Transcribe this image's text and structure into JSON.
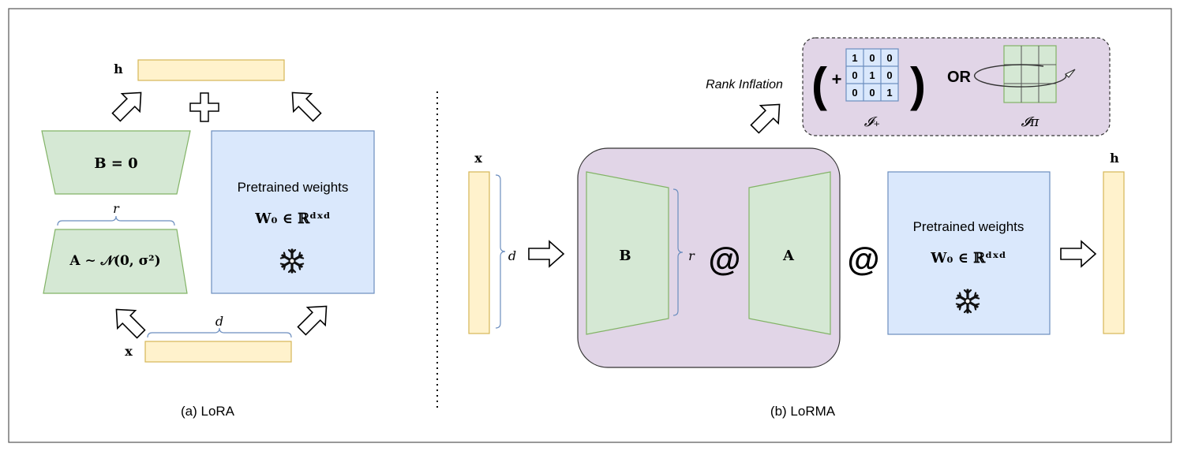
{
  "panel_a": {
    "caption": "(a) LoRA",
    "h_label": "h",
    "x_label": "x",
    "b_label": "B = 0",
    "a_label": "A ∼ 𝒩(0, σ²)",
    "r_label": "r",
    "d_label": "d",
    "pretrained_title": "Pretrained weights",
    "pretrained_formula": "W₀ ∈ ℝᵈˣᵈ",
    "frozen_icon": "snowflake-icon",
    "plus_icon": "plus-icon"
  },
  "panel_b": {
    "caption": "(b) LoRMA",
    "x_label": "x",
    "h_label": "h",
    "d_label": "d",
    "r_label": "r",
    "b_label": "B",
    "a_label": "A",
    "matmul_symbol": "@",
    "pretrained_title": "Pretrained weights",
    "pretrained_formula": "W₀ ∈ ℝᵈˣᵈ",
    "frozen_icon": "snowflake-icon",
    "rank_inflation_label": "Rank Inflation",
    "inflation": {
      "plus_sign": "+",
      "left_paren": "(",
      "right_paren": ")",
      "identity_matrix": [
        [
          "1",
          "0",
          "0"
        ],
        [
          "0",
          "1",
          "0"
        ],
        [
          "0",
          "0",
          "1"
        ]
      ],
      "identity_label": "𝓘₊",
      "or_label": "OR",
      "permutation_label": "𝓘π"
    }
  },
  "colors": {
    "input_bar": "#fff2cc",
    "input_bar_stroke": "#d6b656",
    "green_fill": "#d5e8d4",
    "green_stroke": "#82b366",
    "blue_fill": "#dae8fc",
    "blue_stroke": "#6c8ebf",
    "purple_fill": "#e1d5e7",
    "purple_stroke": "#333333"
  }
}
